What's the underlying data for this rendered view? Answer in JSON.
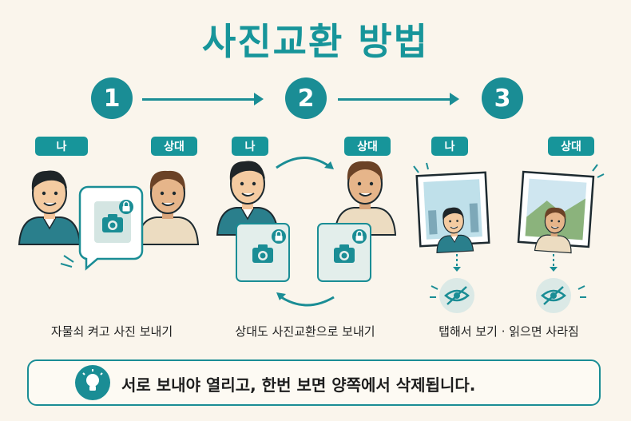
{
  "title": "사진교환 방법",
  "steps": [
    {
      "number": "1",
      "left_tag": "나",
      "right_tag": "상대",
      "caption": "자물쇠 켜고 사진 보내기"
    },
    {
      "number": "2",
      "left_tag": "나",
      "right_tag": "상대",
      "caption": "상대도 사진교환으로 보내기"
    },
    {
      "number": "3",
      "left_tag": "나",
      "right_tag": "상대",
      "caption": "탭해서 보기 · 읽으면 사라짐"
    }
  ],
  "banner": {
    "text": "서로 보내야 열리고, 한번 보면 양쪽에서 삭제됩니다.",
    "icon": "lightbulb-icon"
  },
  "colors": {
    "accent": "#1a8d95",
    "background": "#faf5ec"
  }
}
